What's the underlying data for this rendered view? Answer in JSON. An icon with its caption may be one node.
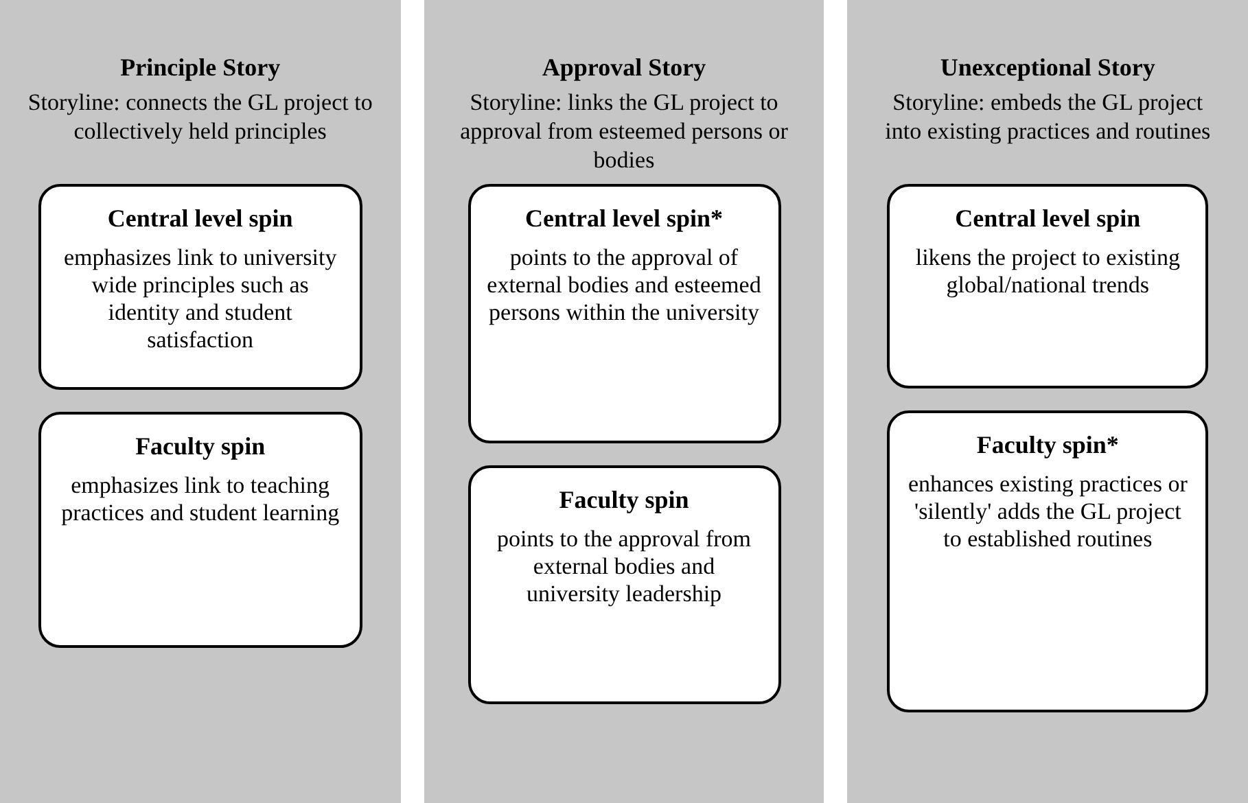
{
  "diagram": {
    "nodes": [
      {
        "text": [
          "Principle Story",
          "Storyline: connects the GL project to collectively held principles"
        ]
      },
      {
        "text": [
          "Central level spin",
          "emphasizes link to university wide principles such as identity and student satisfaction"
        ],
        "in": 0
      },
      {
        "text": [
          "Faculty spin",
          "emphasizes link to teaching practices and student learning"
        ],
        "in": 0
      },
      {
        "text": [
          "Approval Story",
          "Storyline: links the GL project to approval from esteemed persons or bodies"
        ]
      },
      {
        "text": [
          "Central level spin*",
          "points to the approval of external bodies and esteemed persons within the university"
        ],
        "in": 3
      },
      {
        "text": [
          "Faculty spin",
          "points to the approval from external bodies and university leadership"
        ],
        "in": 3
      },
      {
        "text": [
          "Unexceptional Story",
          "Storyline: embeds the GL project into existing practices and routines"
        ]
      },
      {
        "text": [
          "Central level spin",
          "likens the project to existing global/national trends"
        ],
        "in": 6
      },
      {
        "text": [
          "Faculty spin*",
          "enhances existing practices or 'silently' adds the GL project to established routines"
        ],
        "in": 6
      }
    ]
  }
}
